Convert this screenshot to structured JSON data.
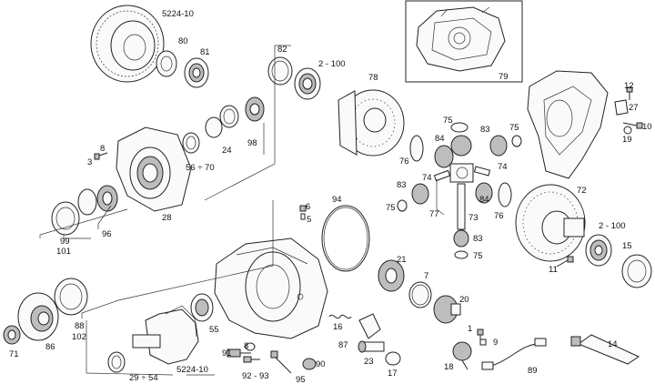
{
  "labels": {
    "ring_gear_top": "5224-10",
    "p80": "80",
    "p81": "81",
    "p82": "82",
    "p2_100_top": "2 - 100",
    "p78": "78",
    "p79": "79",
    "p12": "12",
    "p27": "27",
    "p10": "10",
    "p19": "19",
    "p98": "98",
    "p24": "24",
    "p56_70": "56 ÷ 70",
    "p8_top": "8",
    "p3": "3",
    "p28": "28",
    "p75a": "75",
    "p83a": "83",
    "p75b": "75",
    "p76a": "76",
    "p84a": "84",
    "p74a": "74",
    "p74b": "74",
    "p83b": "83",
    "p75c": "75",
    "p77": "77",
    "p73": "73",
    "p84b": "84",
    "p76b": "76",
    "p72": "72",
    "p2_100_right": "2 - 100",
    "p15": "15",
    "p11": "11",
    "p83c": "83",
    "p75d": "75",
    "p6": "6",
    "p5": "5",
    "p94": "94",
    "p99": "99",
    "p101": "101",
    "p96": "96",
    "p21": "21",
    "p7": "7",
    "p20": "20",
    "p88": "88",
    "p102": "102",
    "p86": "86",
    "p71": "71",
    "p55": "55",
    "p16": "16",
    "p87": "87",
    "p1": "1",
    "p9": "9",
    "p14": "14",
    "p91": "91",
    "p8_bottom": "8",
    "p92_93": "92 - 93",
    "p95": "95",
    "p90": "90",
    "p23": "23",
    "p17": "17",
    "p18": "18",
    "p89": "89",
    "p29_54": "29 ÷ 54",
    "ring_gear_bottom": "5224-10"
  }
}
